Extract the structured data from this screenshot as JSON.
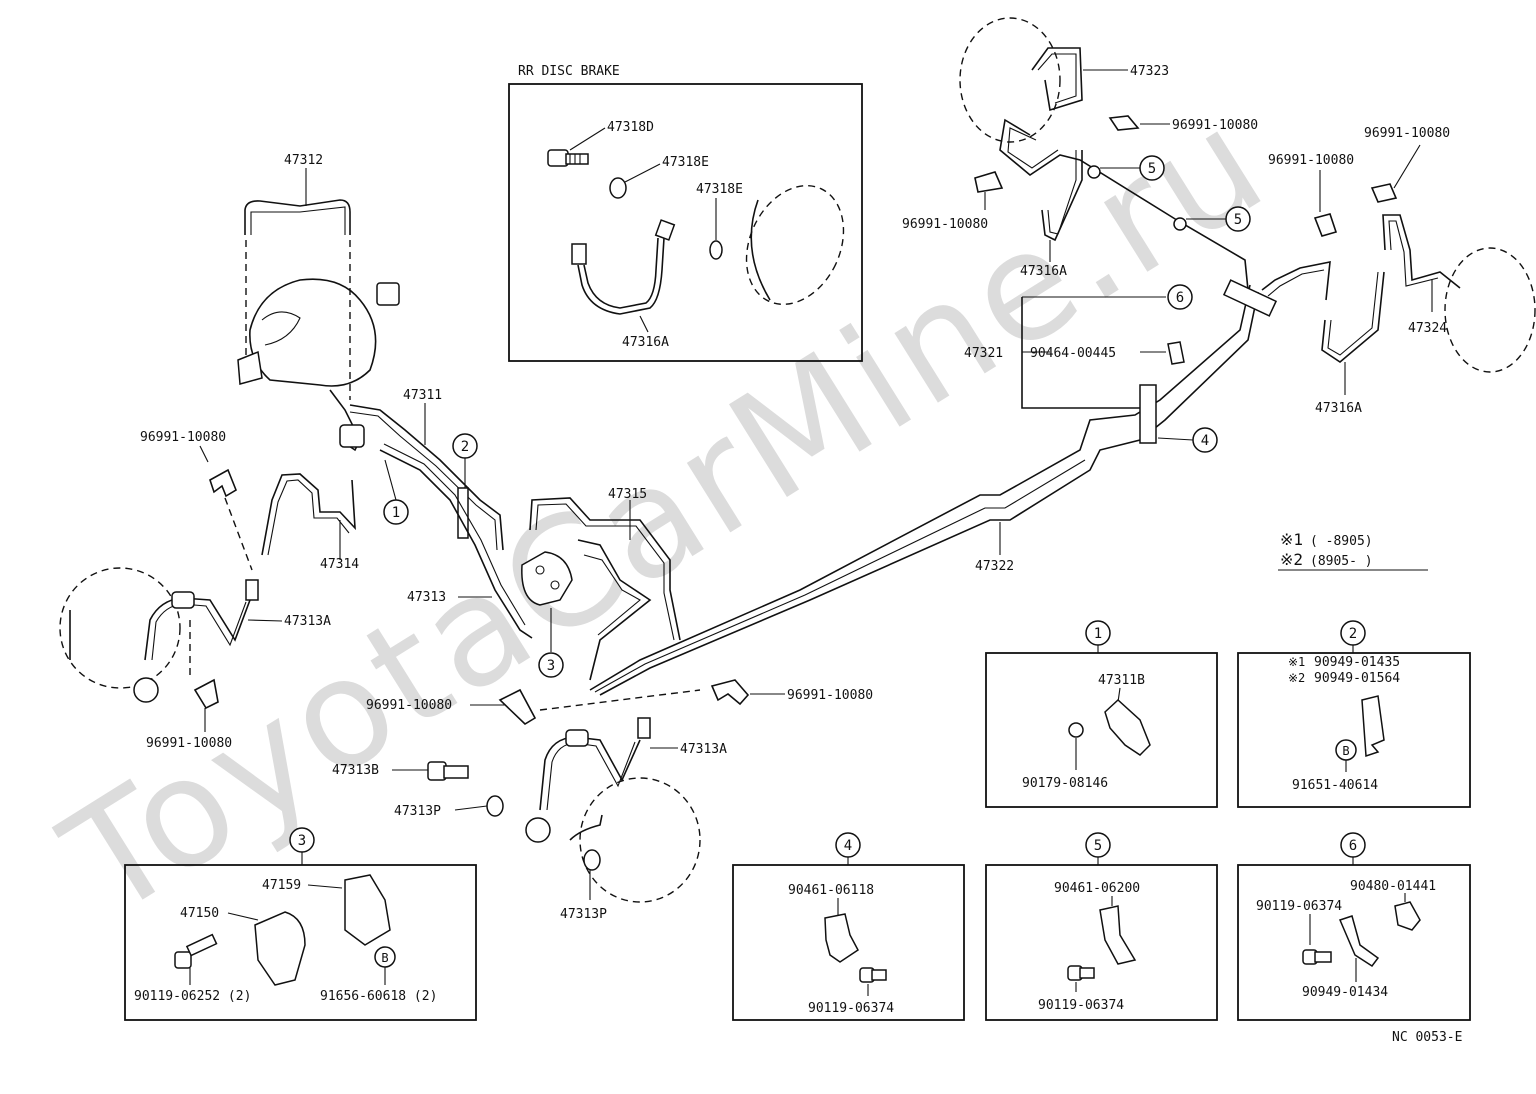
{
  "watermark": "ToyotaCarMine.ru",
  "section_title": "RR  DISC BRAKE",
  "figure_code": "NC 0053-E",
  "legend": {
    "mark1_symbol": "※1",
    "mark1_range": "(       -8905)",
    "mark2_symbol": "※2",
    "mark2_range": "(8905-       )"
  },
  "callouts": [
    "1",
    "2",
    "3",
    "4",
    "5",
    "6",
    "B"
  ],
  "labels": {
    "l47312": "47312",
    "l47318D": "47318D",
    "l47318E_a": "47318E",
    "l47318E_b": "47318E",
    "l47316A_box": "47316A",
    "l47323": "47323",
    "l96991_tr1": "96991-10080",
    "l96991_tr2": "96991-10080",
    "l96991_tr3": "96991-10080",
    "l96991_mid": "96991-10080",
    "l47316A_tr": "47316A",
    "l47321": "47321",
    "l90464": "90464-00445",
    "l47324": "47324",
    "l47316A_r": "47316A",
    "l47311": "47311",
    "l96991_l1": "96991-10080",
    "l47314": "47314",
    "l47313": "47313",
    "l47313A_l": "47313A",
    "l96991_l2": "96991-10080",
    "l47315": "47315",
    "l47322": "47322",
    "l96991_c1": "96991-10080",
    "l96991_c2": "96991-10080",
    "l47313A_c": "47313A",
    "l47313B": "47313B",
    "l47313P_a": "47313P",
    "l47313P_b": "47313P",
    "l47311B": "47311B",
    "l90179": "90179-08146",
    "l90949_01435": "90949-01435",
    "l90949_01564": "90949-01564",
    "l91651": "91651-40614",
    "l47159": "47159",
    "l47150": "47150",
    "l90119_06252": "90119-06252 (2)",
    "l91656": "91656-60618 (2)",
    "l90461_06118": "90461-06118",
    "l90119_06374_a": "90119-06374",
    "l90461_06200": "90461-06200",
    "l90119_06374_b": "90119-06374",
    "l90480": "90480-01441",
    "l90119_06374_c": "90119-06374",
    "l90949_01434": "90949-01434"
  }
}
